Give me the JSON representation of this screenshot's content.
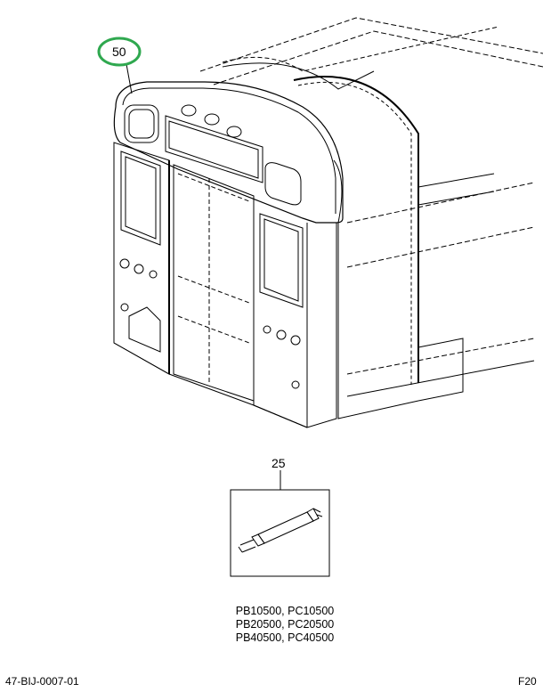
{
  "callouts": {
    "body_shell": "50",
    "sealant_kit": "25"
  },
  "models": [
    "PB10500, PC10500",
    "PB20500, PC20500",
    "PB40500, PC40500"
  ],
  "footer": {
    "document_id": "47-BIJ-0007-01",
    "page_code": "F20"
  },
  "colors": {
    "highlight_ring": "#2fa84f",
    "line": "#000000"
  }
}
